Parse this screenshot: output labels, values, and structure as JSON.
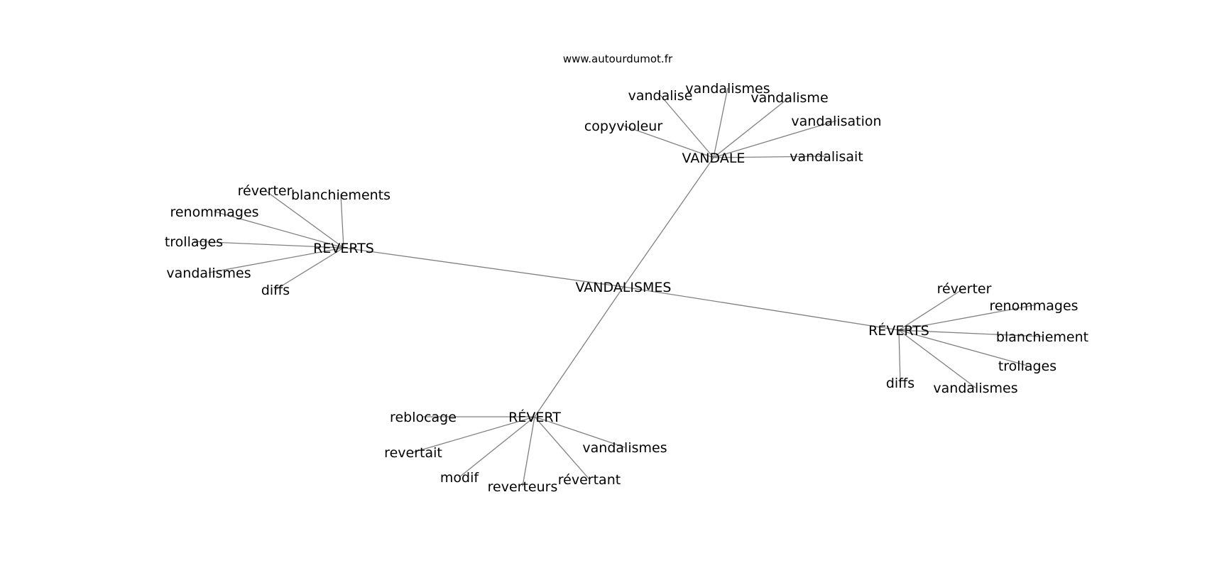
{
  "source": "www.autourdumot.fr",
  "colors": {
    "edge": "#808080",
    "text": "#000000",
    "background": "#ffffff"
  },
  "root": "VANDALISMES",
  "clusters": [
    {
      "id": "vandale",
      "label": "VANDALE",
      "leaves": [
        "vandalise",
        "vandalismes",
        "vandalisme",
        "vandalisation",
        "vandalisait",
        "copyvioleur"
      ]
    },
    {
      "id": "reverts",
      "label": "REVERTS",
      "leaves": [
        "réverter",
        "blanchiements",
        "renommages",
        "trollages",
        "vandalismes",
        "diffs"
      ]
    },
    {
      "id": "reverts-acc",
      "label": "RÉVERTS",
      "leaves": [
        "réverter",
        "renommages",
        "blanchiement",
        "trollages",
        "vandalismes",
        "diffs"
      ]
    },
    {
      "id": "revert",
      "label": "RÉVERT",
      "leaves": [
        "reblocage",
        "revertait",
        "modif",
        "reverteurs",
        "révertant",
        "vandalismes"
      ]
    }
  ]
}
